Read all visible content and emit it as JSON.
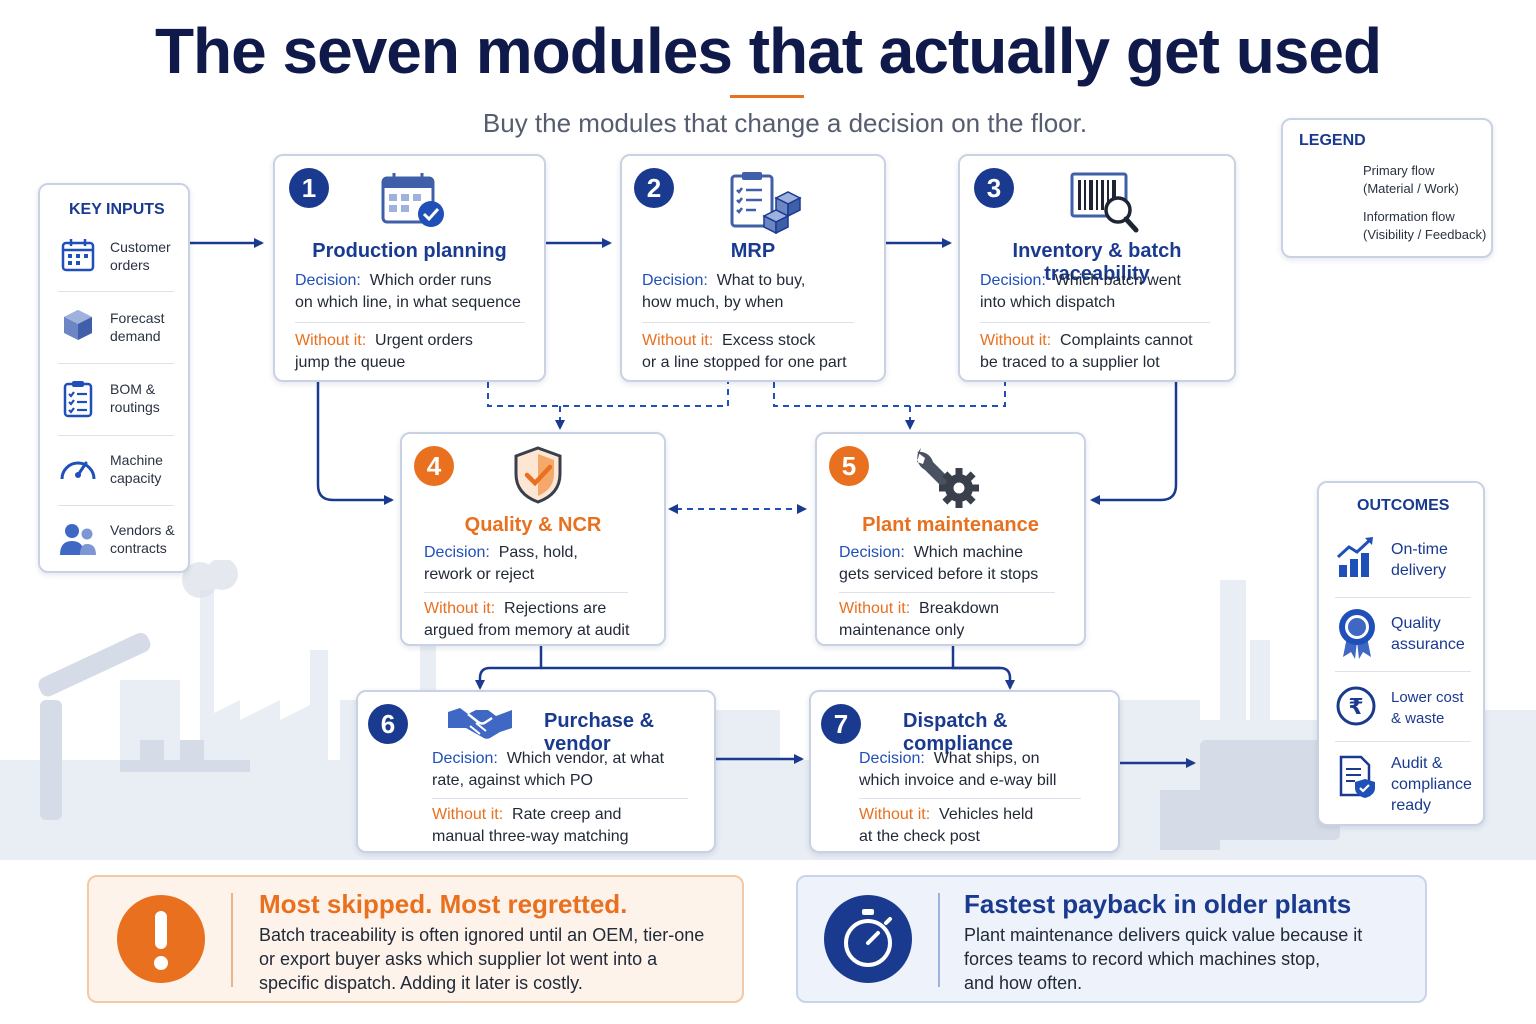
{
  "title": "The seven modules that actually get used",
  "subtitle": "Buy the modules that change a decision on the floor.",
  "colors": {
    "navy": "#1a3a8f",
    "orange": "#e8701f",
    "blue": "#1f4fb8"
  },
  "key_inputs": {
    "heading": "KEY INPUTS",
    "items": [
      {
        "label": "Customer\norders",
        "icon": "calendar-icon"
      },
      {
        "label": "Forecast\ndemand",
        "icon": "cube-icon"
      },
      {
        "label": "BOM &\nroutings",
        "icon": "checklist-icon"
      },
      {
        "label": "Machine\ncapacity",
        "icon": "gauge-icon"
      },
      {
        "label": "Vendors &\ncontracts",
        "icon": "people-icon"
      }
    ]
  },
  "legend": {
    "heading": "LEGEND",
    "primary": "Primary flow\n(Material / Work)",
    "info": "Information flow\n(Visibility / Feedback)"
  },
  "decision_label": "Decision:",
  "without_label": "Without it:",
  "modules": [
    {
      "num": "1",
      "title": "Production planning",
      "icon": "calendar-check-icon",
      "decision": "Which order runs\non which line, in what sequence",
      "without": "Urgent orders\njump the queue"
    },
    {
      "num": "2",
      "title": "MRP",
      "icon": "clipboard-boxes-icon",
      "decision": "What to buy,\nhow much, by when",
      "without": "Excess stock\nor a line stopped for one part"
    },
    {
      "num": "3",
      "title": "Inventory & batch traceability",
      "icon": "barcode-magnifier-icon",
      "decision": "Which batch went\ninto which dispatch",
      "without": "Complaints cannot\nbe traced to a supplier lot"
    },
    {
      "num": "4",
      "title": "Quality & NCR",
      "icon": "shield-check-icon",
      "decision": "Pass, hold,\nrework or reject",
      "without": "Rejections are\nargued from memory at audit"
    },
    {
      "num": "5",
      "title": "Plant maintenance",
      "icon": "wrench-gear-icon",
      "decision": "Which machine\ngets serviced before it stops",
      "without": "Breakdown\nmaintenance only"
    },
    {
      "num": "6",
      "title": "Purchase & vendor",
      "icon": "handshake-icon",
      "decision": "Which vendor, at what\nrate, against which PO",
      "without": "Rate creep and\nmanual three-way matching"
    },
    {
      "num": "7",
      "title": "Dispatch & compliance",
      "icon": "truck-icon",
      "decision": "What ships, on\nwhich invoice and e-way bill",
      "without": "Vehicles held\nat the check post"
    }
  ],
  "outcomes": {
    "heading": "OUTCOMES",
    "items": [
      {
        "label": "On-time\ndelivery",
        "icon": "chart-up-icon"
      },
      {
        "label": "Quality\nassurance",
        "icon": "rosette-icon"
      },
      {
        "label": "Lower cost\n& waste",
        "icon": "rupee-icon"
      },
      {
        "label": "Audit &\ncompliance\nready",
        "icon": "doc-shield-icon"
      }
    ]
  },
  "callouts": {
    "warn": {
      "title": "Most skipped. Most regretted.",
      "body": "Batch traceability is often ignored until an OEM, tier-one\nor export buyer asks which supplier lot went into a\nspecific dispatch. Adding it later is costly."
    },
    "info": {
      "title": "Fastest payback in older plants",
      "body": "Plant maintenance delivers quick value because it\nforces teams to record which machines stop,\nand how often."
    }
  }
}
